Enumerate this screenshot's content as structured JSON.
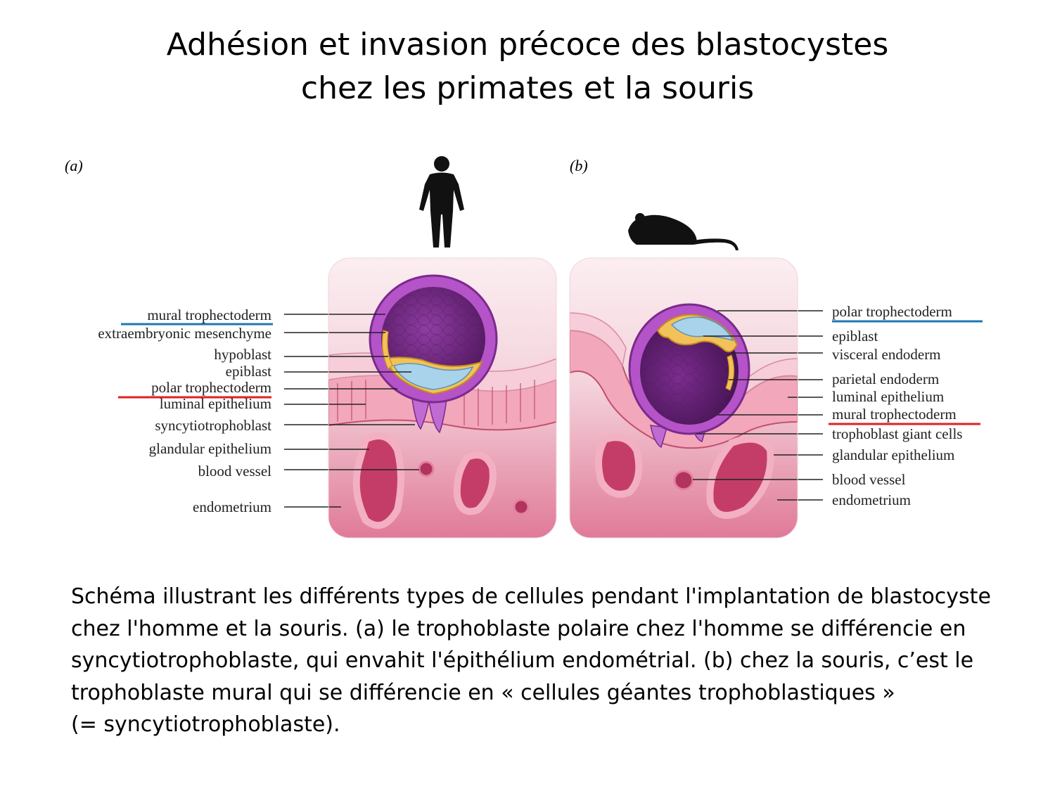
{
  "title": {
    "line1": "Adhésion et invasion précoce des blastocystes",
    "line2": "chez les primates et la souris"
  },
  "panels": {
    "a": {
      "tag": "(a)",
      "labels": [
        "mural trophectoderm",
        "extraembryonic mesenchyme",
        "hypoblast",
        "epiblast",
        "polar trophectoderm",
        "luminal epithelium",
        "syncytiotrophoblast",
        "glandular epithelium",
        "blood vessel",
        "endometrium"
      ]
    },
    "b": {
      "tag": "(b)",
      "labels": [
        "polar trophectoderm",
        "epiblast",
        "visceral endoderm",
        "parietal endoderm",
        "luminal epithelium",
        "mural trophectoderm",
        "trophoblast giant cells",
        "glandular epithelium",
        "blood vessel",
        "endometrium"
      ]
    }
  },
  "caption": [
    "Schéma illustrant les différents types de cellules pendant l'implantation de blastocyste",
    "chez l'homme et la souris. (a) le trophoblaste polaire chez l'homme se différencie en",
    "syncytiotrophoblaste, qui envahit l'épithélium endométrial. (b) chez la souris, c’est le",
    "trophoblaste mural qui se différencie en « cellules géantes trophoblastiques »",
    "(= syncytiotrophoblaste)."
  ],
  "colors": {
    "tissue_light": "#f6dfe5",
    "tissue_dark": "#e48aa4",
    "blastocyst": "#7a2a8c",
    "shell": "#b553c9",
    "epiblast": "#a9d3ea",
    "endoderm": "#f2c25a",
    "underline_blue": "#1f77b4",
    "underline_red": "#e02020"
  }
}
